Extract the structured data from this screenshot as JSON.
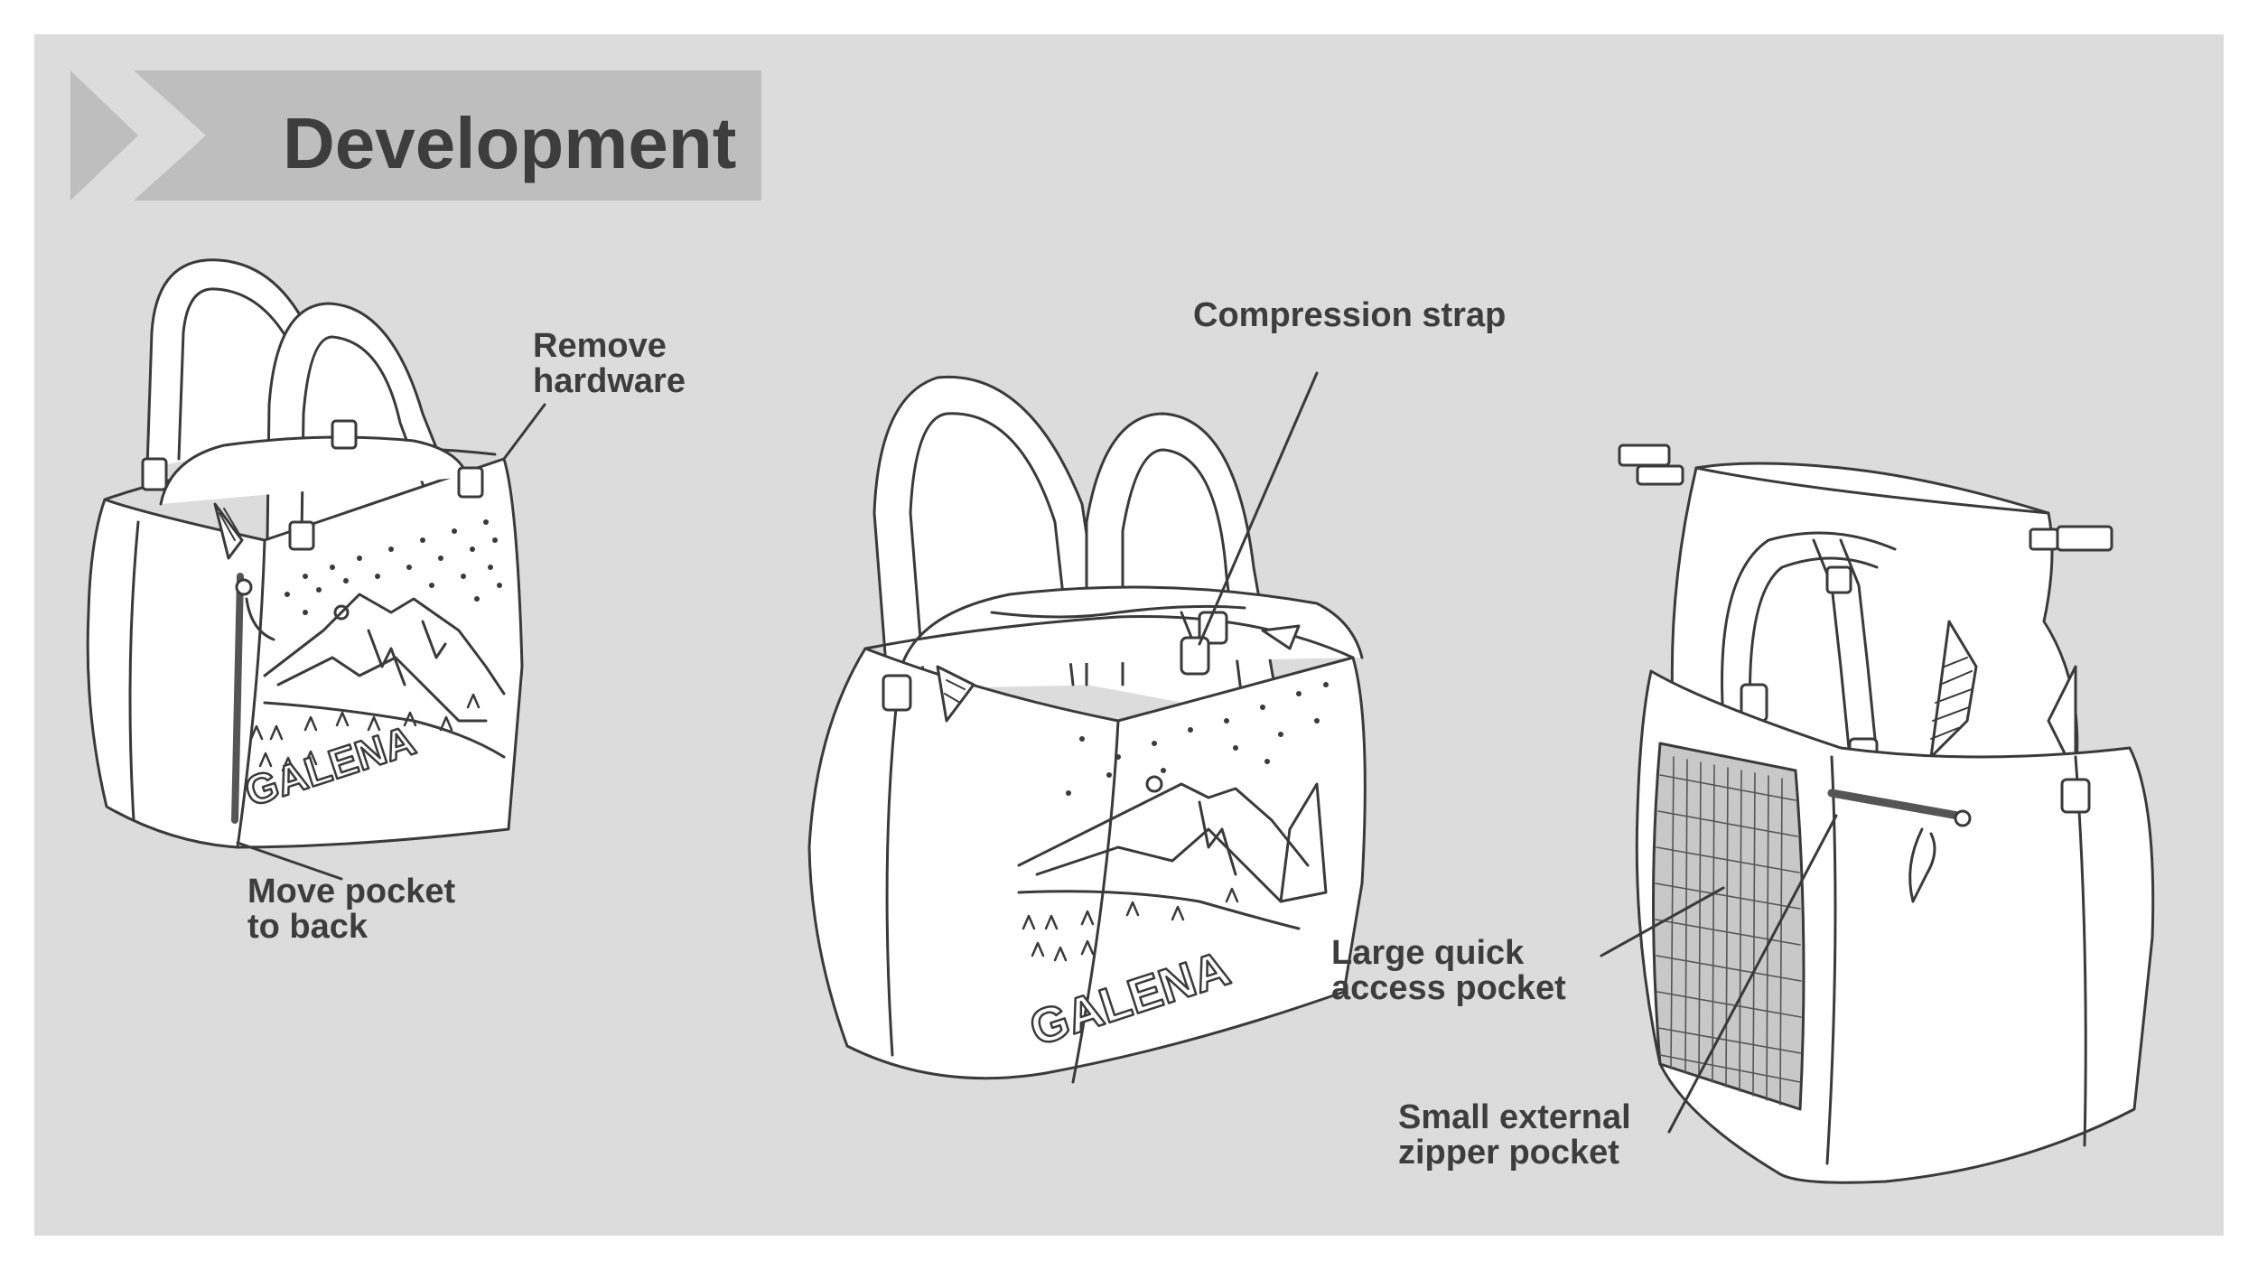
{
  "slide": {
    "title": "Development",
    "background_color": "#dcdcdc",
    "banner_color": "#bebebe",
    "text_color": "#3d3d3d"
  },
  "bags": [
    {
      "logo_text": "GALENA",
      "annotations": [
        {
          "lines": [
            "Remove",
            "hardware"
          ]
        },
        {
          "lines": [
            "Move pocket",
            "to back"
          ]
        }
      ]
    },
    {
      "logo_text": "GALENA",
      "annotations": [
        {
          "lines": [
            "Compression strap"
          ]
        }
      ]
    },
    {
      "annotations": [
        {
          "lines": [
            "Large quick",
            "access pocket"
          ]
        },
        {
          "lines": [
            "Small external",
            "zipper pocket"
          ]
        }
      ]
    }
  ]
}
